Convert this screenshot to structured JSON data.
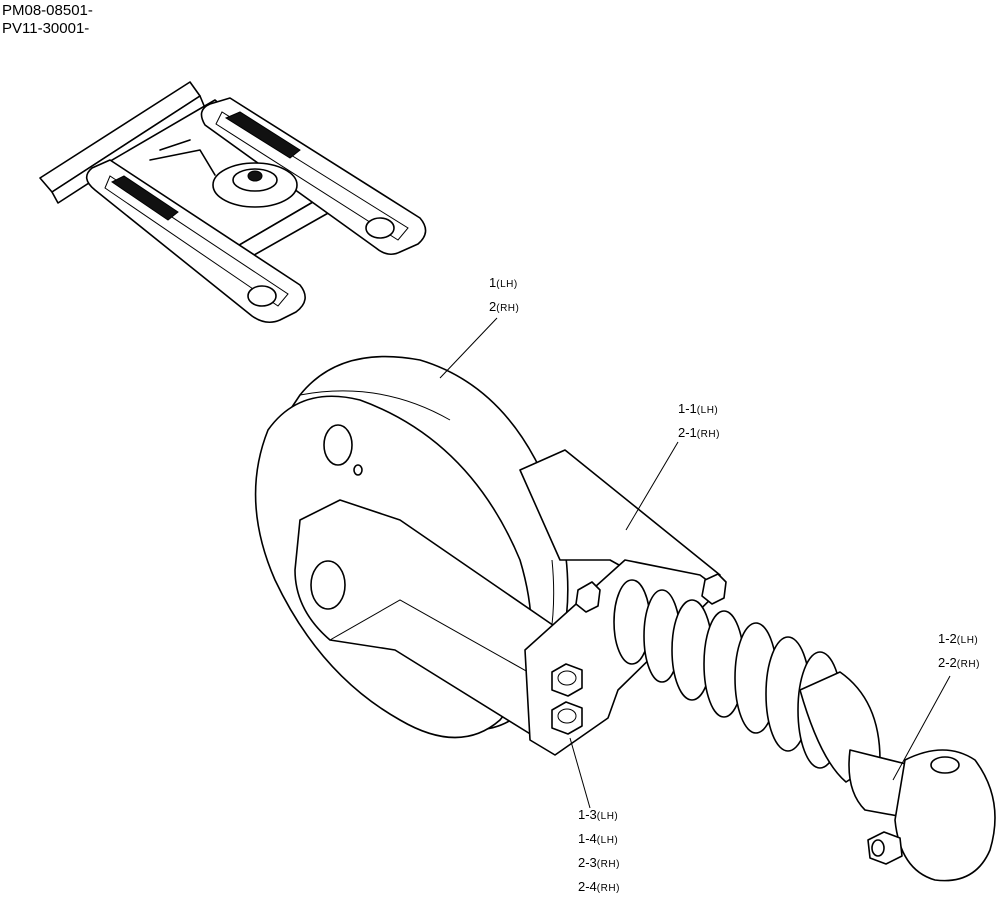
{
  "header": {
    "serial_ranges": [
      "PM08-08501-",
      "PV11-30001-"
    ]
  },
  "callouts": [
    {
      "id": "idler",
      "lines": [
        {
          "num": "1",
          "side": "(LH)"
        },
        {
          "num": "2",
          "side": "(RH)"
        }
      ]
    },
    {
      "id": "cylinder",
      "lines": [
        {
          "num": "1-1",
          "side": "(LH)"
        },
        {
          "num": "2-1",
          "side": "(RH)"
        }
      ]
    },
    {
      "id": "rod",
      "lines": [
        {
          "num": "1-2",
          "side": "(LH)"
        },
        {
          "num": "2-2",
          "side": "(RH)"
        }
      ]
    },
    {
      "id": "bolts",
      "lines": [
        {
          "num": "1-3",
          "side": "(LH)"
        },
        {
          "num": "1-4",
          "side": "(LH)"
        },
        {
          "num": "2-3",
          "side": "(RH)"
        },
        {
          "num": "2-4",
          "side": "(RH)"
        }
      ]
    }
  ],
  "icons": {
    "overview": "undercarriage-overview-icon",
    "assembly": "front-idler-assembly-icon"
  }
}
